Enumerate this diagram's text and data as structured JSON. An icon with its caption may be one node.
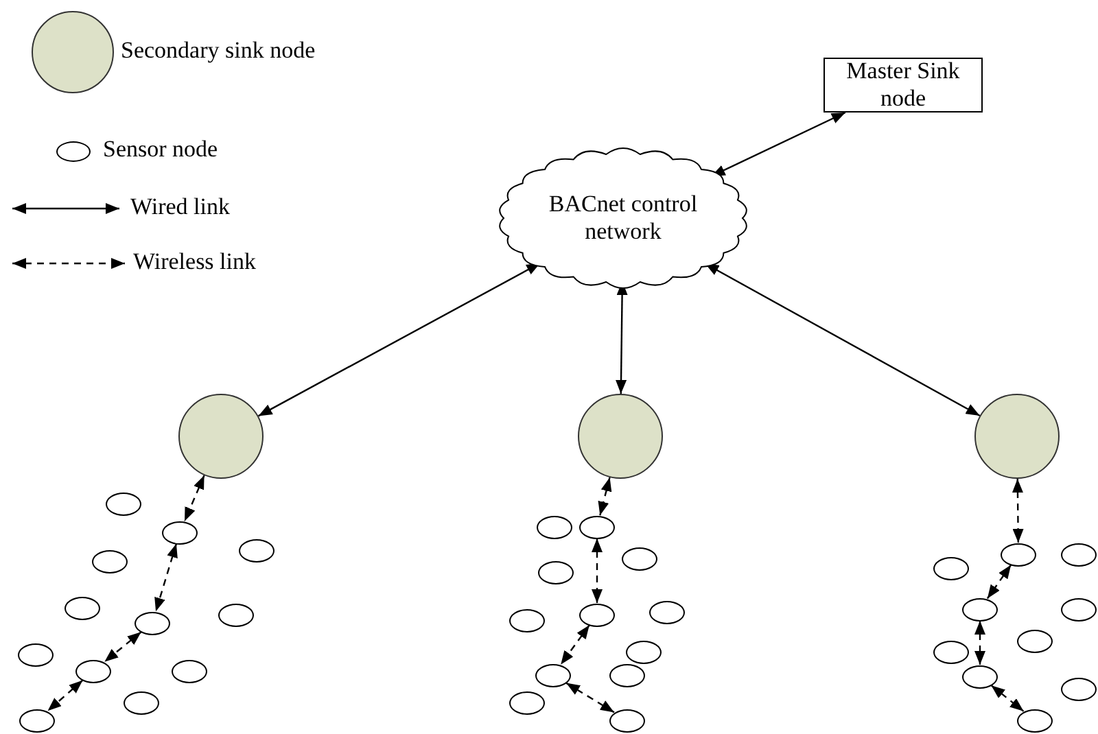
{
  "diagram": {
    "nodes": [
      {
        "text": [
          "Master Sink node"
        ]
      },
      {
        "text": [
          "BACnet control network"
        ]
      },
      {
        "text": [],
        "shape": "circle"
      },
      {
        "text": [],
        "shape": "circle"
      },
      {
        "text": [],
        "shape": "circle"
      },
      {
        "text": [],
        "shape": "ellipse"
      },
      {
        "text": [],
        "shape": "ellipse"
      },
      {
        "text": [],
        "shape": "ellipse"
      },
      {
        "text": [],
        "shape": "ellipse"
      },
      {
        "text": [],
        "shape": "ellipse"
      },
      {
        "text": [],
        "shape": "ellipse"
      },
      {
        "text": [],
        "shape": "ellipse"
      },
      {
        "text": [],
        "shape": "ellipse"
      },
      {
        "text": [],
        "shape": "ellipse"
      },
      {
        "text": [],
        "shape": "ellipse"
      },
      {
        "text": [],
        "shape": "ellipse"
      },
      {
        "text": [],
        "shape": "ellipse"
      },
      {
        "text": [],
        "shape": "ellipse"
      },
      {
        "text": [],
        "shape": "ellipse"
      },
      {
        "text": [],
        "shape": "ellipse"
      },
      {
        "text": [],
        "shape": "ellipse"
      },
      {
        "text": [],
        "shape": "ellipse"
      },
      {
        "text": [],
        "shape": "ellipse"
      },
      {
        "text": [],
        "shape": "ellipse"
      },
      {
        "text": [],
        "shape": "ellipse"
      },
      {
        "text": [],
        "shape": "ellipse"
      },
      {
        "text": [],
        "shape": "ellipse"
      },
      {
        "text": [],
        "shape": "ellipse"
      },
      {
        "text": [],
        "shape": "ellipse"
      },
      {
        "text": [],
        "shape": "ellipse"
      },
      {
        "text": [],
        "shape": "ellipse"
      },
      {
        "text": [],
        "shape": "ellipse"
      },
      {
        "text": [],
        "shape": "ellipse"
      },
      {
        "text": [],
        "shape": "ellipse"
      },
      {
        "text": [],
        "shape": "ellipse"
      },
      {
        "text": [],
        "shape": "ellipse"
      },
      {
        "text": [],
        "shape": "ellipse"
      },
      {
        "text": [],
        "shape": "ellipse"
      },
      {
        "text": [],
        "shape": "ellipse"
      }
    ],
    "edges": [
      {
        "from": 1,
        "to": 0,
        "arrow": "both"
      },
      {
        "from": 1,
        "to": 2,
        "arrow": "both"
      },
      {
        "from": 1,
        "to": 3,
        "arrow": "both"
      },
      {
        "from": 1,
        "to": 4,
        "arrow": "both"
      },
      {
        "from": 2,
        "to": 6,
        "arrow": "both",
        "style": "dashed"
      },
      {
        "from": 6,
        "to": 10,
        "arrow": "both",
        "style": "dashed"
      },
      {
        "from": 10,
        "to": 13,
        "arrow": "both",
        "style": "dashed"
      },
      {
        "from": 13,
        "to": 16,
        "arrow": "both",
        "style": "dashed"
      },
      {
        "from": 3,
        "to": 18,
        "arrow": "both",
        "style": "dashed"
      },
      {
        "from": 18,
        "to": 22,
        "arrow": "both",
        "style": "dashed"
      },
      {
        "from": 22,
        "to": 25,
        "arrow": "both",
        "style": "dashed"
      },
      {
        "from": 25,
        "to": 28,
        "arrow": "both",
        "style": "dashed"
      },
      {
        "from": 4,
        "to": 29,
        "arrow": "both",
        "style": "dashed"
      },
      {
        "from": 29,
        "to": 32,
        "arrow": "both",
        "style": "dashed"
      },
      {
        "from": 32,
        "to": 36,
        "arrow": "both",
        "style": "dashed"
      },
      {
        "from": 36,
        "to": 38,
        "arrow": "both",
        "style": "dashed"
      }
    ],
    "legend": [
      {
        "text": "Secondary sink node"
      },
      {
        "text": "Sensor node"
      },
      {
        "text": "Wired link"
      },
      {
        "text": "Wireless link"
      }
    ]
  }
}
